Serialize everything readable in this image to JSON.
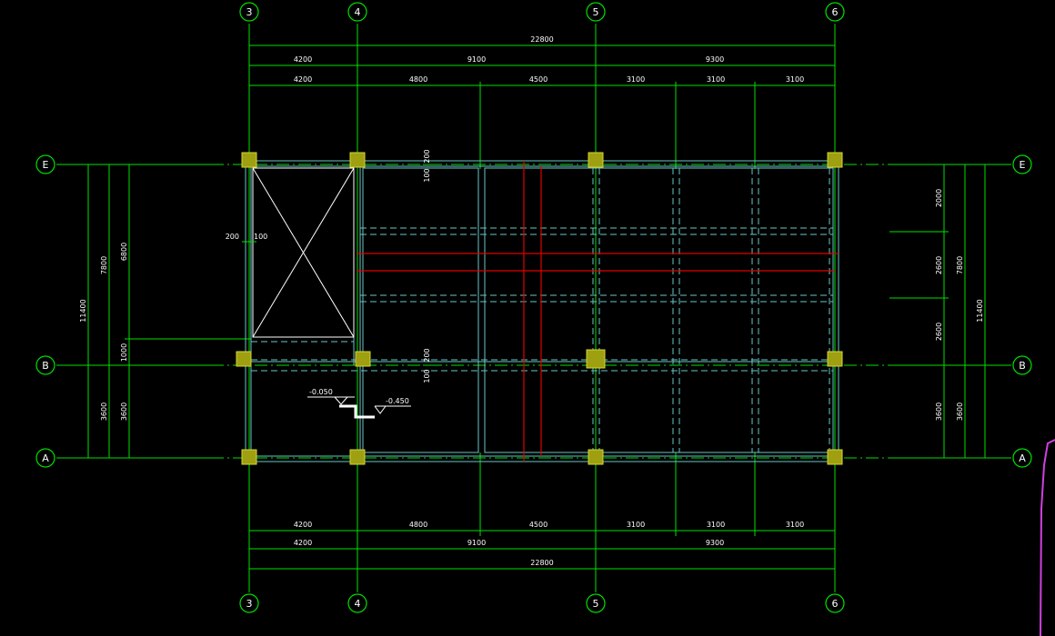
{
  "axes": {
    "vertical": [
      "3",
      "4",
      "5",
      "6"
    ],
    "horizontal": [
      "E",
      "B",
      "A"
    ]
  },
  "dimensions": {
    "top_total": "22800",
    "top_mid": [
      "4200",
      "9100",
      "9300"
    ],
    "top_detail": [
      "4200",
      "4800",
      "4500",
      "3100",
      "3100",
      "3100"
    ],
    "bottom_detail": [
      "4200",
      "4800",
      "4500",
      "3100",
      "3100",
      "3100"
    ],
    "bottom_mid": [
      "4200",
      "9100",
      "9300"
    ],
    "bottom_total": "22800",
    "left_total": "11400",
    "left_mid": [
      "7800",
      "3600"
    ],
    "left_inner": [
      "6800",
      "1000",
      "3600"
    ],
    "right_inner": [
      "2000",
      "2600",
      "2600",
      "3600"
    ],
    "right_mid": [
      "7800",
      "3600"
    ],
    "right_total": "11400"
  },
  "annotations": {
    "beam_top_a": "200",
    "beam_top_b": "100",
    "beam_mid_a": "200",
    "beam_mid_b": "100",
    "opening_a": "200",
    "opening_b": "100",
    "level_1": "-0.050",
    "level_2": "-0.450"
  },
  "colors": {
    "grid": "#00e000",
    "wall": "#6ac6c6",
    "column": "#9f9f12",
    "red": "#e00000",
    "background": "#000000"
  }
}
